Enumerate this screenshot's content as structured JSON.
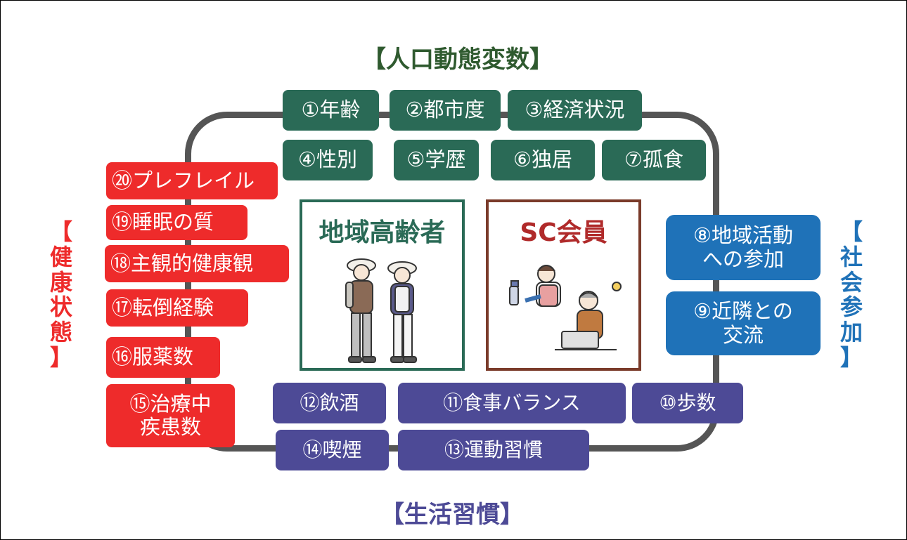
{
  "headings": {
    "demographic": "【人口動態変数】",
    "lifestyle": "【生活習慣】",
    "health": [
      "【",
      "健",
      "康",
      "状",
      "態",
      "】"
    ],
    "social": [
      "【",
      "社",
      "会",
      "参",
      "加",
      "】"
    ]
  },
  "panels": {
    "elderly": {
      "title": "地域高齢者"
    },
    "sc": {
      "title": "SC会員"
    }
  },
  "demographic_items": [
    "①年齢",
    "②都市度",
    "③経済状況",
    "④性別",
    "⑤学歴",
    "⑥独居",
    "⑦孤食"
  ],
  "social_items": [
    [
      "⑧地域活動",
      "への参加"
    ],
    [
      "⑨近隣との",
      "交流"
    ]
  ],
  "lifestyle_items": [
    "⑩歩数",
    "⑪食事バランス",
    "⑫飲酒",
    "⑬運動習慣",
    "⑭喫煙"
  ],
  "health_items": [
    [
      "⑮治療中",
      "疾患数"
    ],
    "⑯服薬数",
    "⑰転倒経験",
    "⑱主観的健康観",
    "⑲睡眠の質",
    "⑳プレフレイル"
  ],
  "colors": {
    "demographic": "#2a6a56",
    "health": "#ee2b2b",
    "social": "#1f72b8",
    "lifestyle": "#4d4a96",
    "ring": "#555555",
    "elderly_border": "#2a6a56",
    "sc_border": "#7a3b2a",
    "sc_title": "#b02a2a"
  }
}
